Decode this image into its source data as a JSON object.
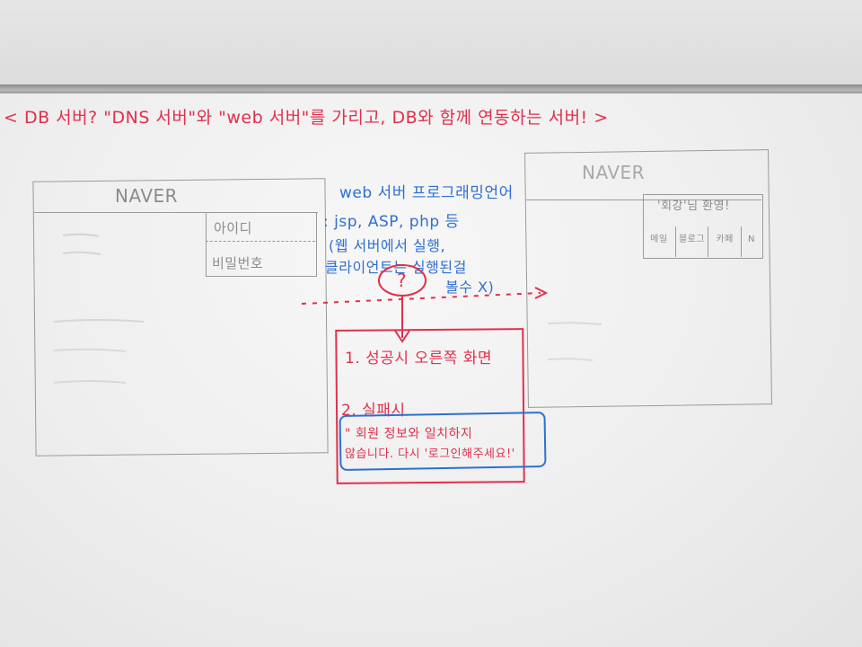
{
  "heading": "< DB 서버? \"DNS 서버\"와 \"web 서버\"를 가리고, DB와 함께 연동하는 서버! >",
  "left_screen": {
    "logo": "NAVER",
    "id_field": "아이디",
    "pw_field": "비밀번호"
  },
  "right_screen": {
    "logo": "NAVER",
    "welcome": "'회강'님 환영!",
    "menu": [
      "메일",
      "블로그",
      "카페",
      "N"
    ]
  },
  "middle_notes": {
    "line1": "web 서버 프로그래밍언어",
    "line2": ": jsp, ASP, php 등",
    "line3": "(웹 서버에서 실행,",
    "line4": "클라이언트는 실행된걸",
    "line5": "볼수 X)",
    "question": "?"
  },
  "result_box": {
    "item1": "1. 성공시 오른쪽 화면",
    "item2": "2. 실패시",
    "fail_msg_line1": "\" 회원 정보와 일치하지",
    "fail_msg_line2": "않습니다. 다시 '로그인해주세요!'"
  },
  "colors": {
    "red_marker": "#e0304c",
    "blue_marker": "#2f6fd0",
    "gray_marker": "#8c8c8c"
  }
}
